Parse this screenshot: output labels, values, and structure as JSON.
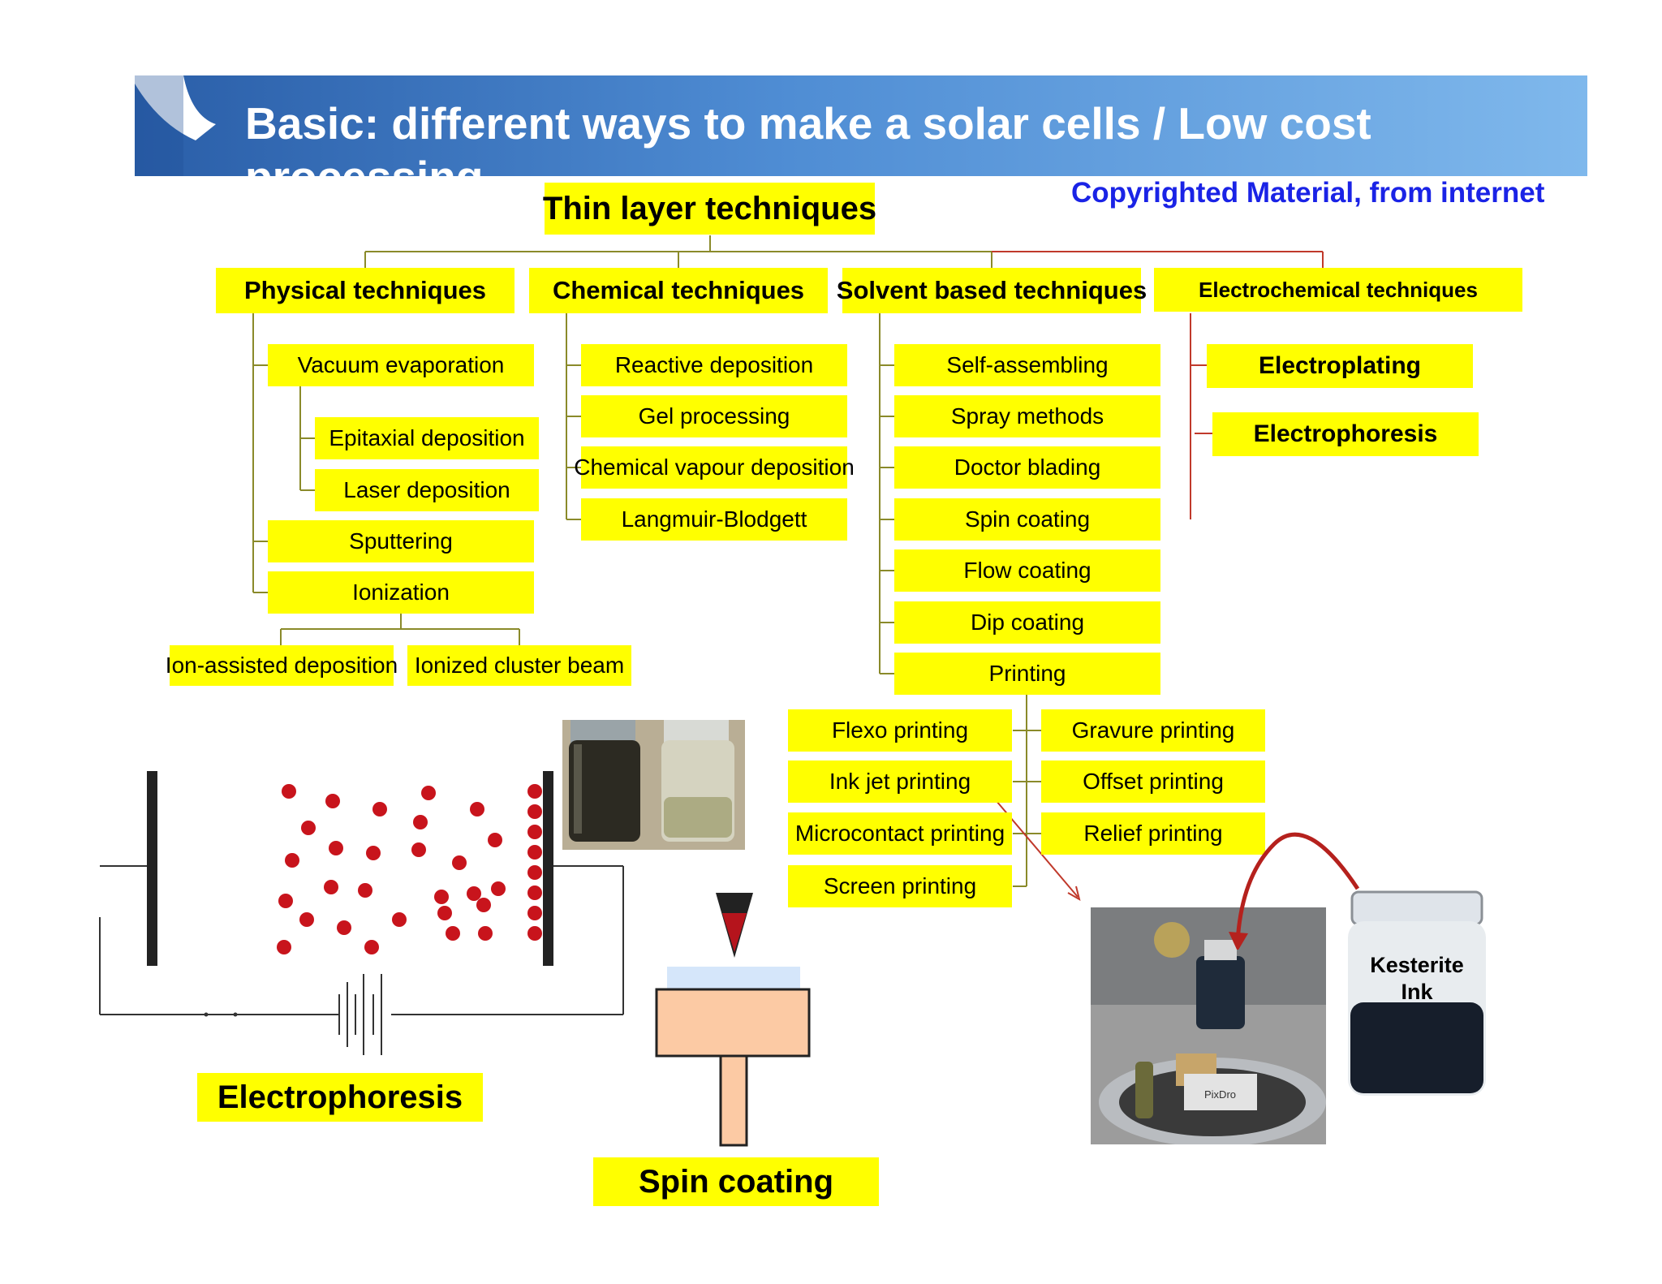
{
  "header": {
    "title": "Basic: different ways to make a solar cells / Low cost processing"
  },
  "copyright": "Copyrighted Material, from internet",
  "root": "Thin layer techniques",
  "categories": [
    "Physical techniques",
    "Chemical techniques",
    "Solvent based techniques",
    "Electrochemical techniques"
  ],
  "physical": [
    "Vacuum evaporation",
    "Epitaxial deposition",
    "Laser deposition",
    "Sputtering",
    "Ionization",
    "Ion-assisted deposition",
    "Ionized cluster beam"
  ],
  "chemical": [
    "Reactive deposition",
    "Gel processing",
    "Chemical vapour deposition",
    "Langmuir-Blodgett"
  ],
  "solvent": [
    "Self-assembling",
    "Spray methods",
    "Doctor blading",
    "Spin coating",
    "Flow coating",
    "Dip coating",
    "Printing"
  ],
  "printing": [
    "Flexo printing",
    "Ink jet printing",
    "Microcontact printing",
    "Screen printing",
    "Gravure printing",
    "Offset printing",
    "Relief printing"
  ],
  "electrochemical": [
    "Electroplating",
    "Electrophoresis"
  ],
  "figures": {
    "electrophoresis_label": "Electrophoresis",
    "spin_label": "Spin coating",
    "ink_label": "Kesterite Ink",
    "printer_brand": "PixDro"
  },
  "colors": {
    "box": "#ffff00",
    "copyright": "#1a23e6",
    "particles": "#c8141c",
    "tree_line": "#8a8a2a",
    "electro_line": "#c0392b"
  }
}
